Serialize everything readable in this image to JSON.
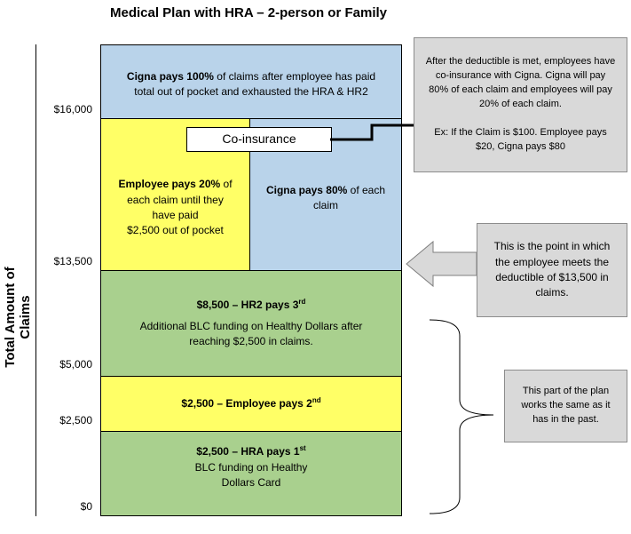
{
  "title": "Medical Plan with HRA – 2-person or Family",
  "y_axis_label": "Total Amount of Claims",
  "ticks": {
    "t16000": "$16,000",
    "t13500": "$13,500",
    "t5000": "$5,000",
    "t2500": "$2,500",
    "t0": "$0"
  },
  "blocks": {
    "top": {
      "bold": "Cigna pays 100%",
      "rest": " of claims after employee has paid",
      "line2": "total out of pocket and exhausted the HRA & HR2"
    },
    "coinsurance_label": "Co-insurance",
    "employee20": {
      "bold": "Employee pays 20%",
      "rest": " of",
      "line2": "each  claim until they",
      "line3": "have paid",
      "line4": "$2,500 out of pocket"
    },
    "cigna80": {
      "bold": "Cigna pays 80%",
      "rest": " of each",
      "line2": "claim"
    },
    "hr2": {
      "bold": "$8,500 – HR2 pays 3",
      "sup": "rd",
      "line2": "Additional BLC funding on Healthy Dollars after",
      "line3": "reaching $2,500 in  claims."
    },
    "employee2nd": {
      "bold": "$2,500 – Employee pays 2",
      "sup": "nd"
    },
    "hra1st": {
      "bold": "$2,500 – HRA pays 1",
      "sup": "st",
      "line2": "BLC funding on Healthy",
      "line3": "Dollars Card"
    }
  },
  "notes": {
    "coinsurance": {
      "line1": "After the deductible is met, employees have",
      "line2": "co-insurance with Cigna. Cigna  will pay",
      "line3": "80% of each claim and  employees will pay",
      "line4": "20% of each claim.",
      "line5": "Ex: If the Claim is $100. Employee pays",
      "line6": "$20, Cigna pays $80"
    },
    "deductible": {
      "line1": "This is the point in which",
      "line2": "the employee meets the",
      "line3": "deductible of $13,500 in",
      "line4": "claims."
    },
    "same": {
      "line1": "This part of the plan",
      "line2": "works the same as it",
      "line3": "has in the past."
    }
  },
  "colors": {
    "blue": "#b9d3ea",
    "yellow": "#ffff66",
    "green": "#a9d08e",
    "note_gray": "#d9d9d9"
  }
}
